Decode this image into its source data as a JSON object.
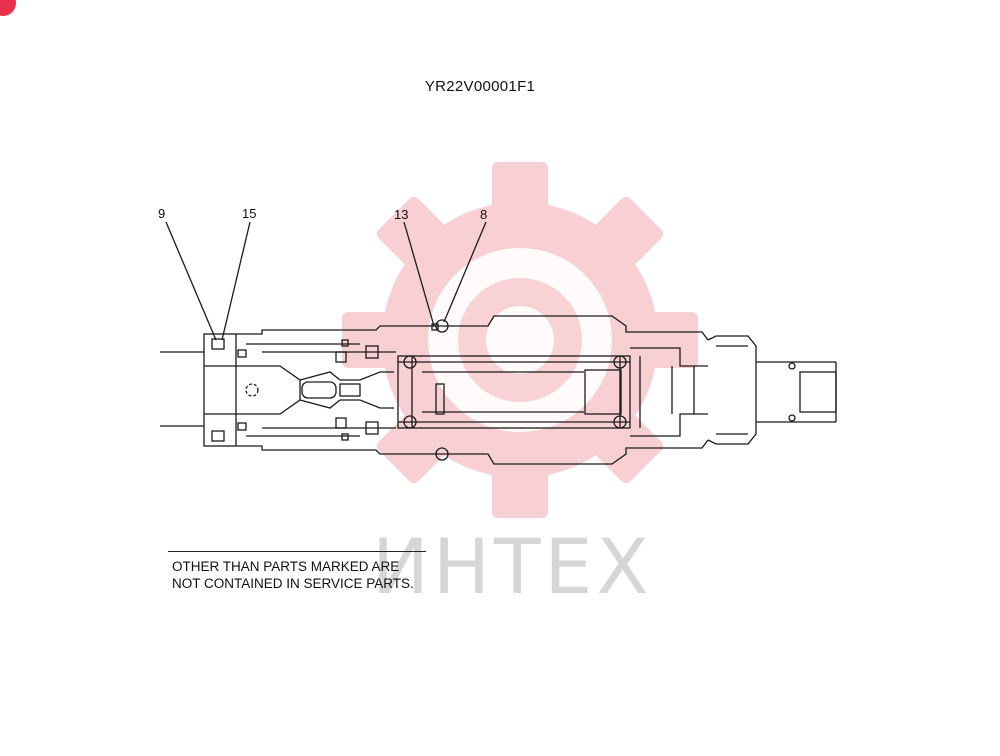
{
  "drawing": {
    "code": "YR22V00001F1",
    "callouts": [
      {
        "id": "c9",
        "label": "9"
      },
      {
        "id": "c15",
        "label": "15"
      },
      {
        "id": "c13",
        "label": "13"
      },
      {
        "id": "c8",
        "label": "8"
      }
    ],
    "note_line_1": "OTHER THAN PARTS MARKED ARE",
    "note_line_2": "NOT CONTAINED IN SERVICE PARTS."
  },
  "watermark": {
    "text": "ИНТЕХ",
    "gear_color": "#f7c8cc",
    "text_color": "#d6d6d6"
  },
  "colors": {
    "line": "#1a1a1a",
    "accent_dot": "#e8314a"
  }
}
